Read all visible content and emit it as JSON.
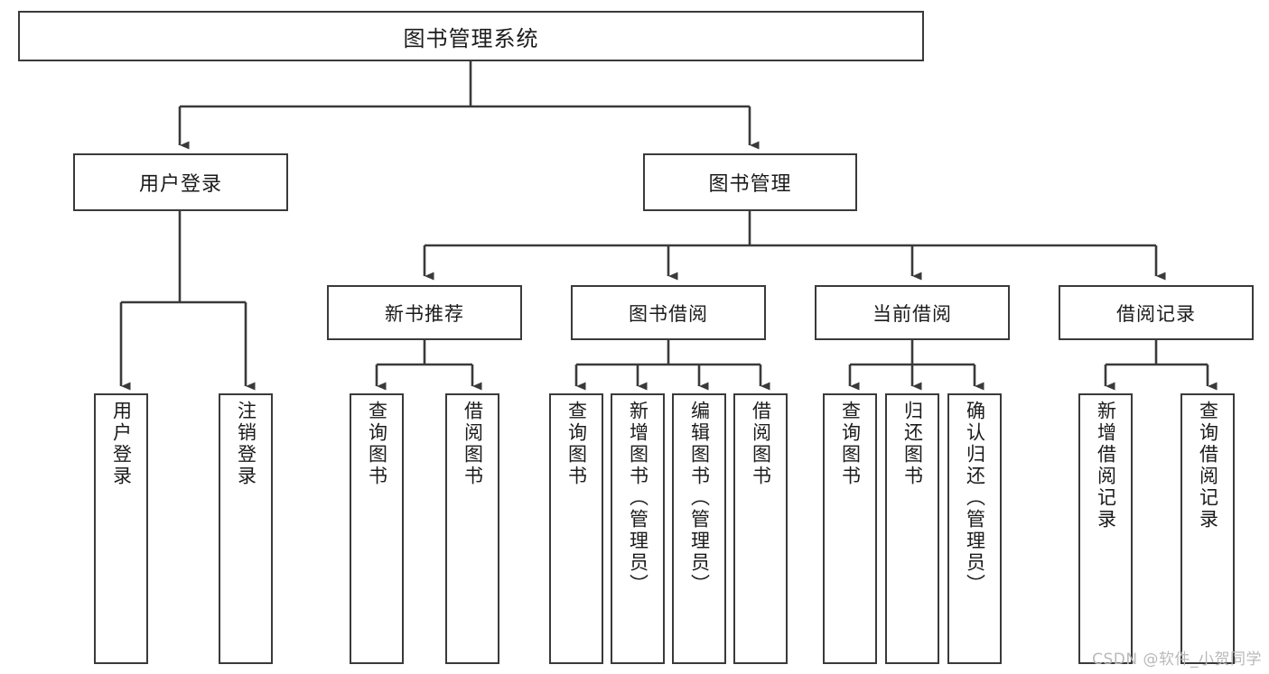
{
  "diagram": {
    "title": "图书管理系统",
    "type": "tree",
    "watermark": "CSDN @软件_小贺同学",
    "colors": {
      "box_border": "#3a3a3a",
      "box_fill": "#ffffff",
      "connector": "#3a3a3a",
      "text": "#1b1b1b",
      "watermark": "#b9b9b9",
      "background": "#ffffff"
    },
    "root": {
      "label": "图书管理系统"
    },
    "level2": [
      {
        "label": "用户登录"
      },
      {
        "label": "图书管理"
      }
    ],
    "level3": [
      {
        "label": "新书推荐"
      },
      {
        "label": "图书借阅"
      },
      {
        "label": "当前借阅"
      },
      {
        "label": "借阅记录"
      }
    ],
    "leaves": {
      "user_login": [
        {
          "label": "用户登录"
        },
        {
          "label": "注销登录"
        }
      ],
      "new_book_recommend": [
        {
          "label": "查询图书"
        },
        {
          "label": "借阅图书"
        }
      ],
      "book_borrow": [
        {
          "label": "查询图书"
        },
        {
          "label": "新增图书（管理员）"
        },
        {
          "label": "编辑图书（管理员）"
        },
        {
          "label": "借阅图书"
        }
      ],
      "current_borrow": [
        {
          "label": "查询图书"
        },
        {
          "label": "归还图书"
        },
        {
          "label": "确认归还（管理员）"
        }
      ],
      "borrow_record": [
        {
          "label": "新增借阅记录"
        },
        {
          "label": "查询借阅记录"
        }
      ]
    }
  }
}
